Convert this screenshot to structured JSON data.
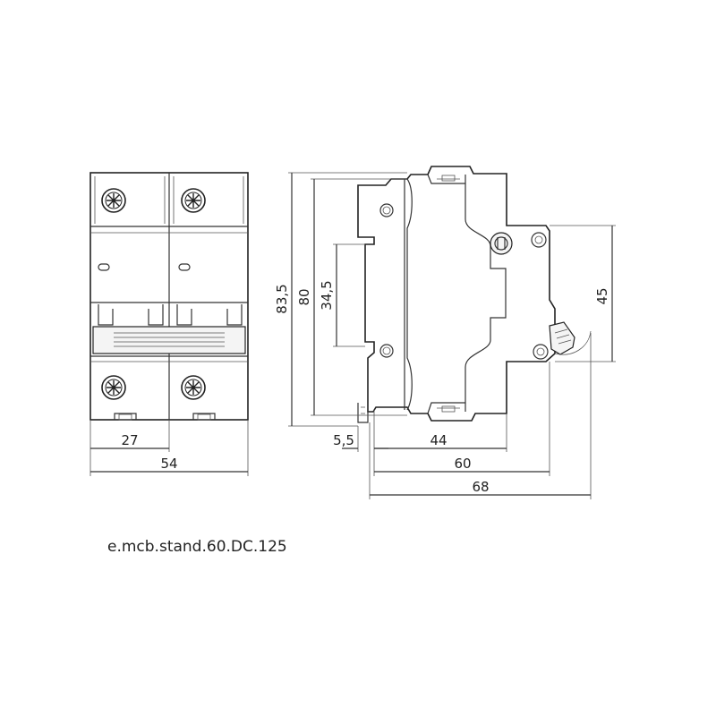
{
  "caption": "e.mcb.stand.60.DC.125",
  "front_view": {
    "dim_pole_width": "27",
    "dim_total_width": "54"
  },
  "side_view": {
    "dim_total_height": "83,5",
    "dim_body_height": "80",
    "dim_rail_zone": "34,5",
    "dim_right_height": "45",
    "dim_rail_offset": "5,5",
    "dim_body_depth": "44",
    "dim_depth_60": "60",
    "dim_depth_68": "68"
  }
}
